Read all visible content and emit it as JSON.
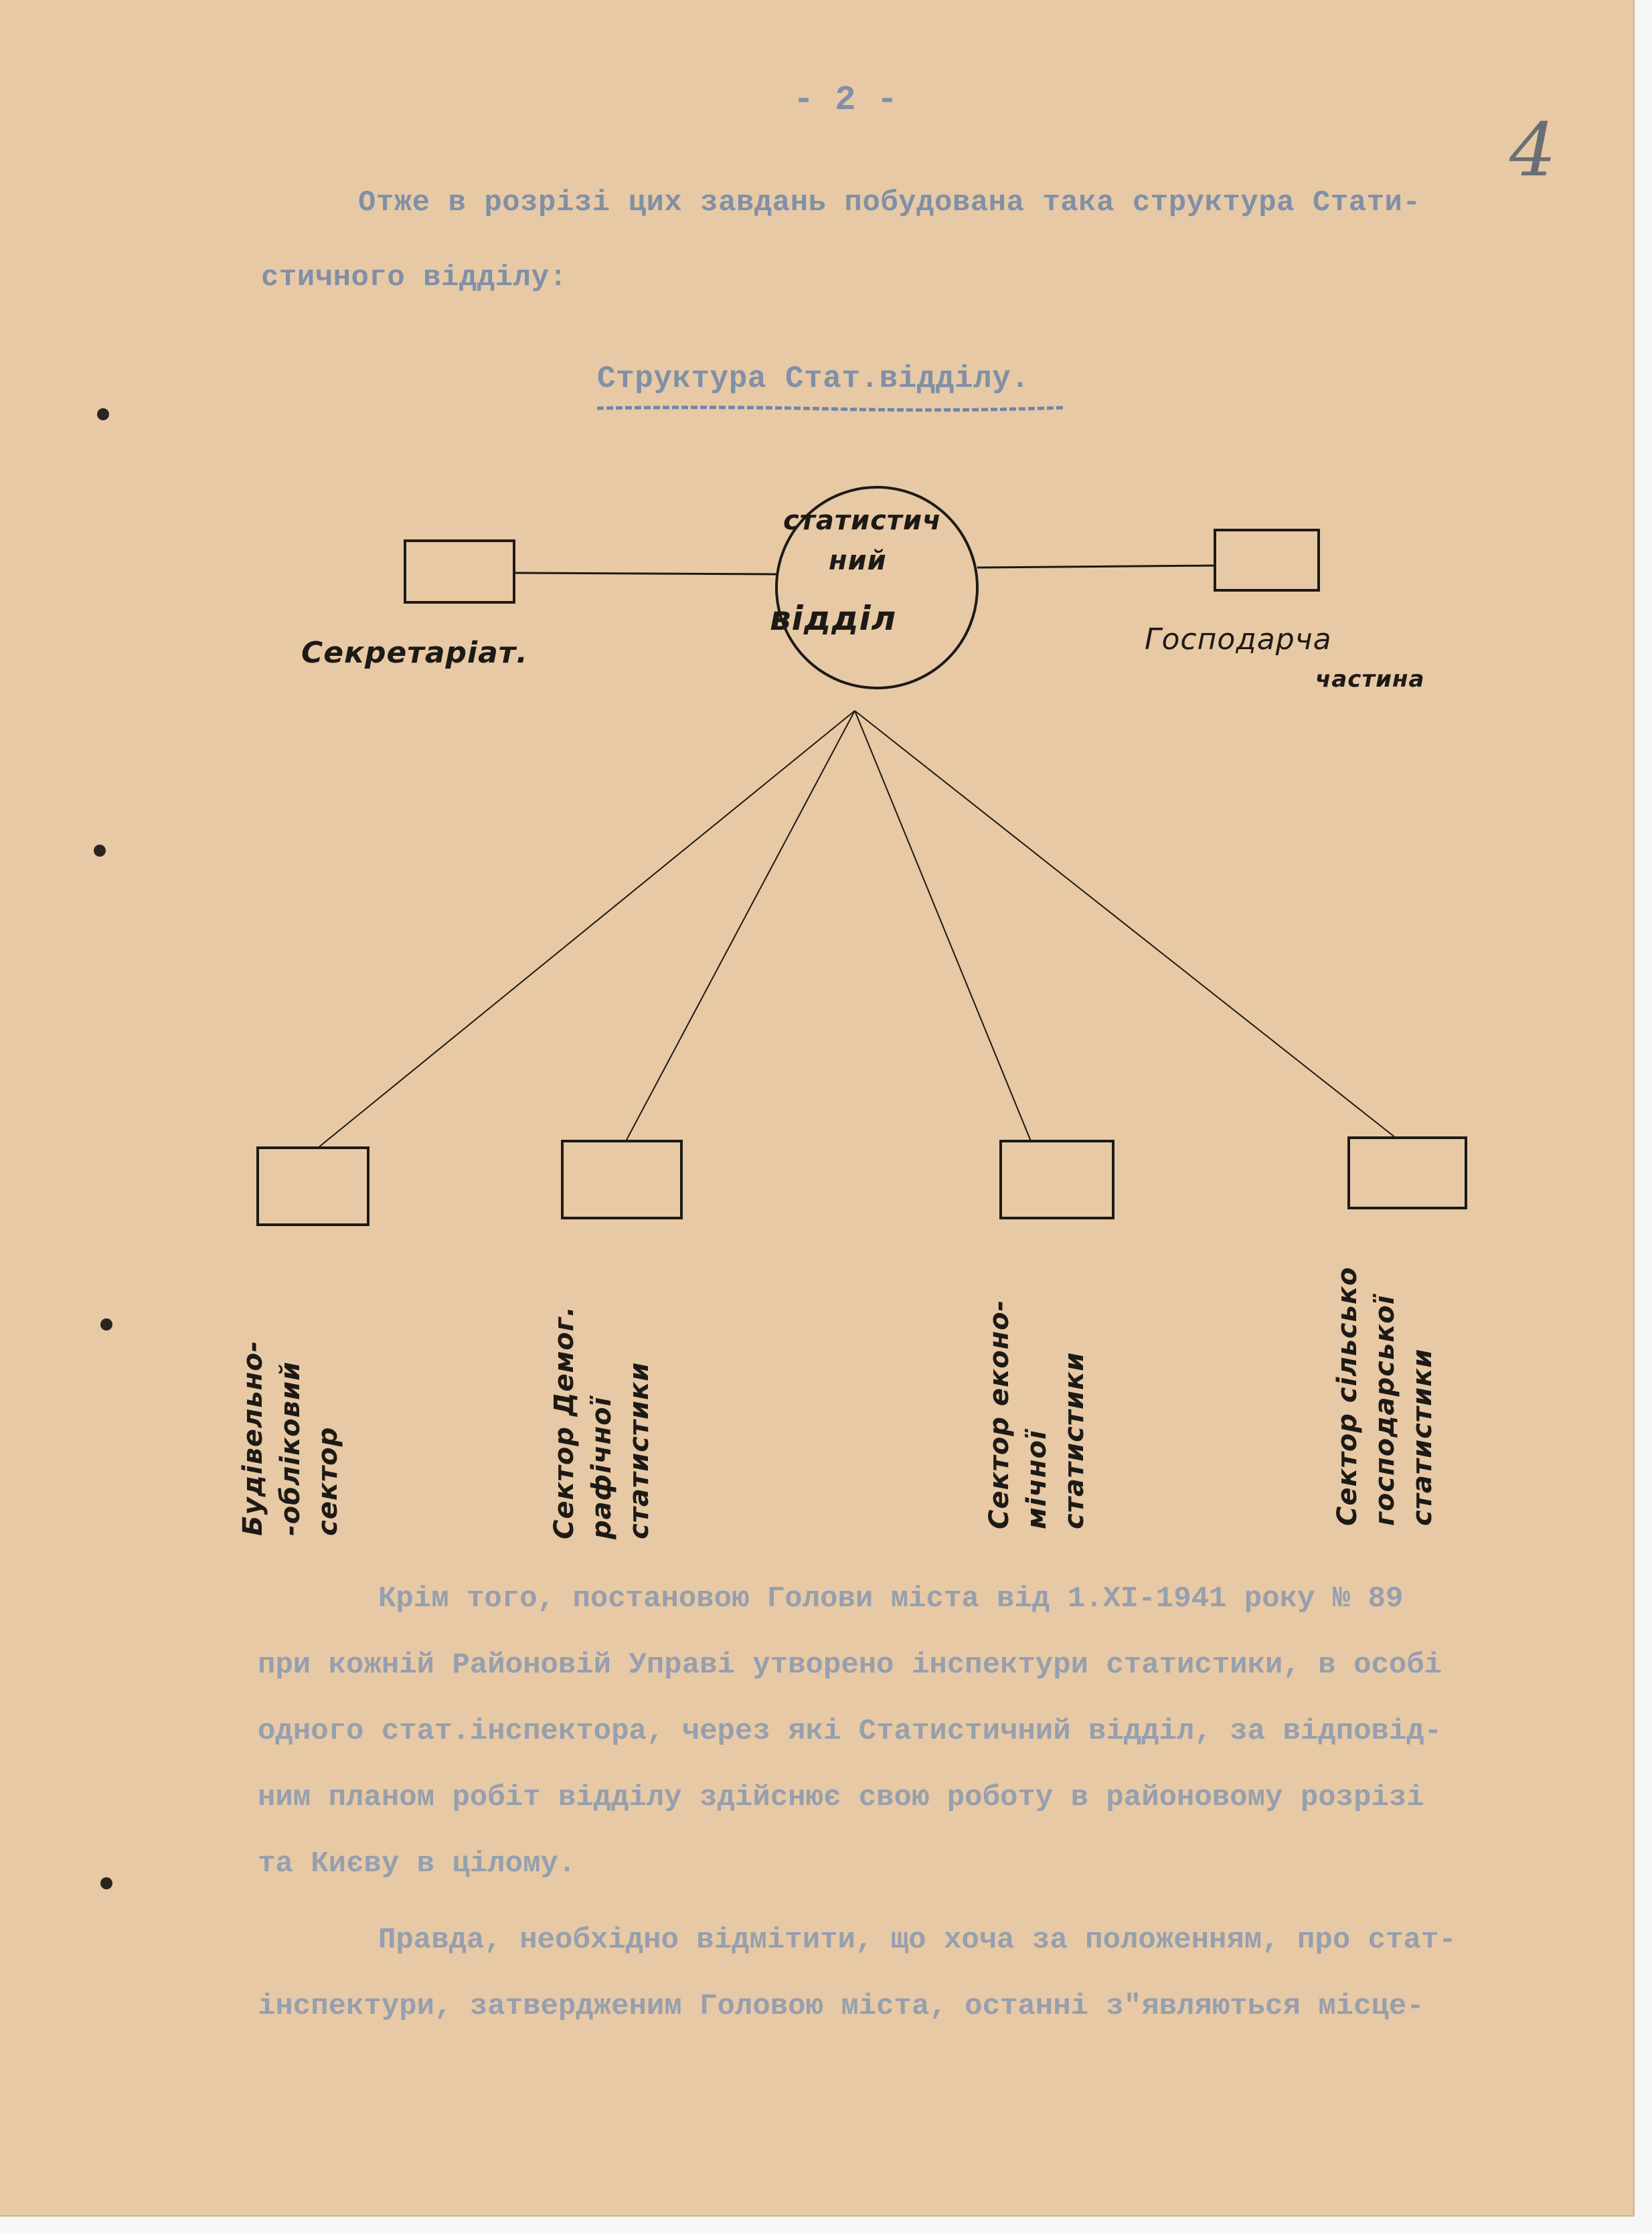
{
  "page_number": "- 2 -",
  "margin_number": "4",
  "intro": {
    "line1": "Отже в розрізі цих завдань побудована така структура Стати-",
    "line2": "стичного відділу:"
  },
  "structure_title": "Структура Стат.відділу.",
  "diagram": {
    "center_lines": [
      "статистич",
      "ний",
      "відділ"
    ],
    "left_label": "Секретаріат.",
    "right_label_line1": "Господарча",
    "right_label_line2": "частина",
    "sector1": [
      "Будівельно-",
      "-обліковий",
      "сектор"
    ],
    "sector2": [
      "Сектор Демог.",
      "рафічної",
      "статистики"
    ],
    "sector3": [
      "Сектор еконо-",
      "мічної",
      "статистики"
    ],
    "sector4": [
      "Сектор сільсько",
      "господарської",
      "статистики"
    ]
  },
  "paragraph1": [
    "Крім того, постановою Голови міста від 1.XI-1941 року № 89",
    "при кожній Районовій Управі утворено інспектури статистики, в особі",
    "одного стат.інспектора, через які Статистичний відділ, за відповід-",
    "ним планом робіт відділу здійснює свою роботу в районовому розрізі",
    "та Києву в цілому."
  ],
  "paragraph2": [
    "Правда, необхідно відмітити, що хоча за положенням, про стат-",
    "інспектури, затвердженим Головою міста, останні з\"являються місце-"
  ]
}
